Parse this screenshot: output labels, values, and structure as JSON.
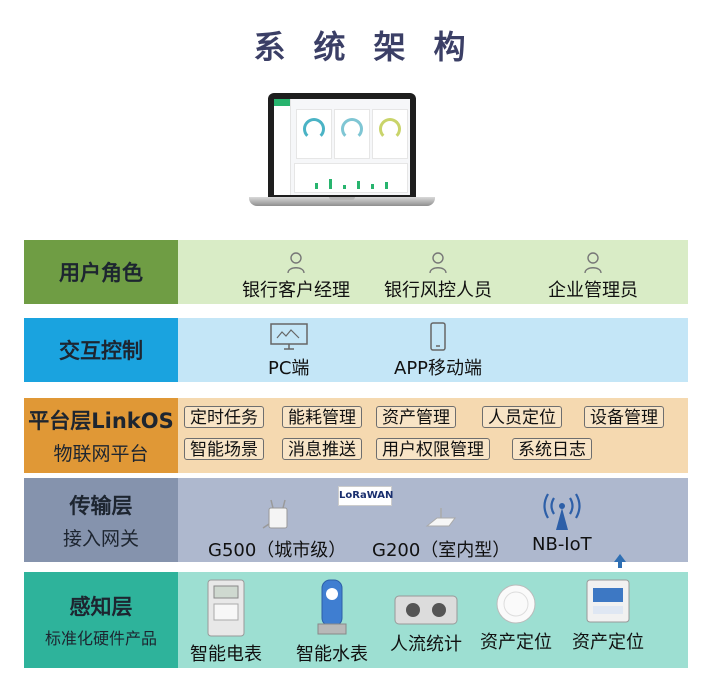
{
  "title": "系统架构",
  "layers": {
    "user": {
      "label": "用户角色",
      "items": [
        "银行客户经理",
        "银行风控人员",
        "企业管理员"
      ]
    },
    "interaction": {
      "label": "交互控制",
      "items": [
        "PC端",
        "APP移动端"
      ]
    },
    "platform": {
      "label": "平台层LinkOS",
      "sublabel": "物联网平台",
      "tags_row1": [
        "定时任务",
        "能耗管理",
        "资产管理",
        "人员定位",
        "设备管理"
      ],
      "tags_row2": [
        "智能场景",
        "消息推送",
        "用户权限管理",
        "系统日志"
      ]
    },
    "transport": {
      "label": "传输层",
      "sublabel": "接入网关",
      "lora_badge": "LoRaWAN",
      "items": [
        "G500（城市级）",
        "G200（室内型）",
        "NB-IoT"
      ]
    },
    "sensing": {
      "label": "感知层",
      "sublabel": "标准化硬件产品",
      "items": [
        "智能电表",
        "智能水表",
        "人流统计",
        "资产定位",
        "资产定位"
      ]
    }
  },
  "icons": {
    "person": "person-outline-icon",
    "monitor": "monitor-icon",
    "phone": "smartphone-icon",
    "signal": "wireless-signal-icon"
  },
  "colors": {
    "title": "#3b3f66",
    "user_label": "#6f9d44",
    "user_bg": "#d9ecc6",
    "interaction_label": "#1aa3df",
    "interaction_bg": "#c4e6f7",
    "platform_label": "#e09836",
    "platform_bg": "#f5d9b0",
    "transport_label": "#8593ad",
    "transport_bg": "#aeb8ce",
    "sensing_label": "#2eb39b",
    "sensing_bg": "#9ddfd2"
  }
}
